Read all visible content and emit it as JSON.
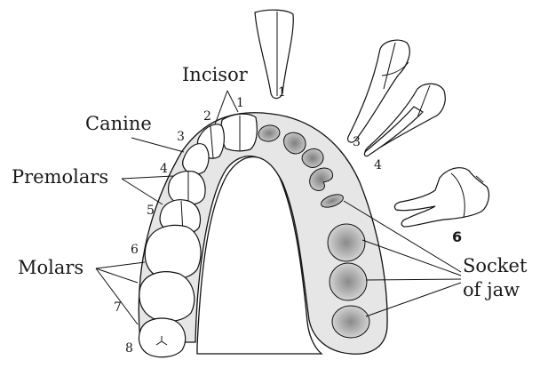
{
  "labels": {
    "incisor": "Incisor",
    "canine": "Canine",
    "premolars": "Premolars",
    "molars": "Molars",
    "socket_line1": "Socket",
    "socket_line2": "of jaw"
  },
  "numbers": {
    "n1_arch": "1",
    "n2_arch": "2",
    "n3_arch": "3",
    "n4_arch": "4",
    "n5_arch": "5",
    "n6_arch": "6",
    "n7_arch": "7",
    "n8_arch": "8",
    "n1_tooth": "1",
    "n3_tooth": "3",
    "n4_tooth": "4",
    "n6_tooth": "6"
  },
  "colors": {
    "jaw_gum": "#e6e6e6",
    "socket_fill": "#9a9a9a",
    "outline": "#111111"
  }
}
